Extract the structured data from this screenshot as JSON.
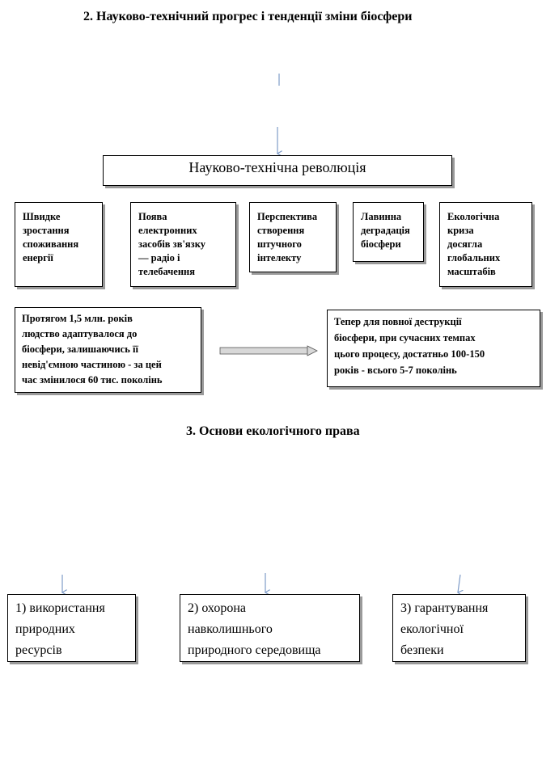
{
  "section2": {
    "title": "2. Науково-технічний прогрес і тенденції зміни біосфери",
    "central_box": "Науково-технічна  революція",
    "factors": [
      "Швидке\nзростання\nспоживання\nенергії",
      "Поява\nелектронних\nзасобів  зв'язку\n— радіо  і\nтелебачення",
      "Перспектива\nстворення\nштучного\nінтелекту",
      "Лавинна\nдеградація\nбіосфери",
      "Екологічна\nкриза\nдосягла\nглобальних\nмасштабів"
    ],
    "past_box": "Протягом  1,5 млн. років\nлюдство адаптувалося до\nбіосфери,  залишаючись її\nневід'ємною частиною - за цей\nчас змінилося  60 тис. поколінь",
    "present_box": "Тепер для повної деструкції\nбіосфери,  при сучасних темпах\nцього процесу, достатньо 100-150\nроків  - всього 5-7 поколінь"
  },
  "section3": {
    "title": "3. Основи екологічного права",
    "items": [
      "1) використання\nприродних\nресурсів",
      "2) охорона\nнавколишнього\nприродного середовища",
      "3) гарантування\nекологічної\nбезпеки"
    ]
  },
  "colors": {
    "arrow": "#7f9cc8",
    "border": "#000000",
    "shadow": "#9a9a9a"
  }
}
